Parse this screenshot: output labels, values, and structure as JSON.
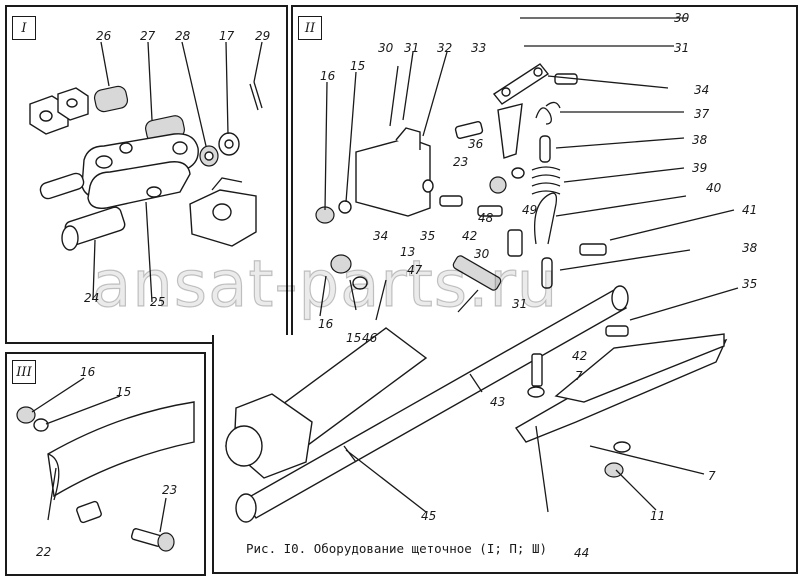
{
  "panels": [
    {
      "id": "I",
      "label": "I"
    },
    {
      "id": "II",
      "label": "II"
    },
    {
      "id": "III",
      "label": "III"
    }
  ],
  "callouts_panel_I": [
    "26",
    "27",
    "28",
    "17",
    "29",
    "24",
    "25"
  ],
  "callouts_panel_II": [
    "30",
    "30",
    "31",
    "32",
    "33",
    "31",
    "34",
    "16",
    "15",
    "37",
    "36",
    "23",
    "38",
    "39",
    "49",
    "48",
    "34",
    "35",
    "40",
    "41",
    "42",
    "13",
    "30",
    "47",
    "38",
    "35",
    "16",
    "15",
    "46",
    "31",
    "42",
    "7",
    "43",
    "45",
    "7",
    "11",
    "44"
  ],
  "callouts_panel_III": [
    "16",
    "15",
    "23",
    "22"
  ],
  "caption": "Рис. I0. Оборудование щеточное (I; П; Ш)",
  "watermark": "ansat-parts.ru"
}
